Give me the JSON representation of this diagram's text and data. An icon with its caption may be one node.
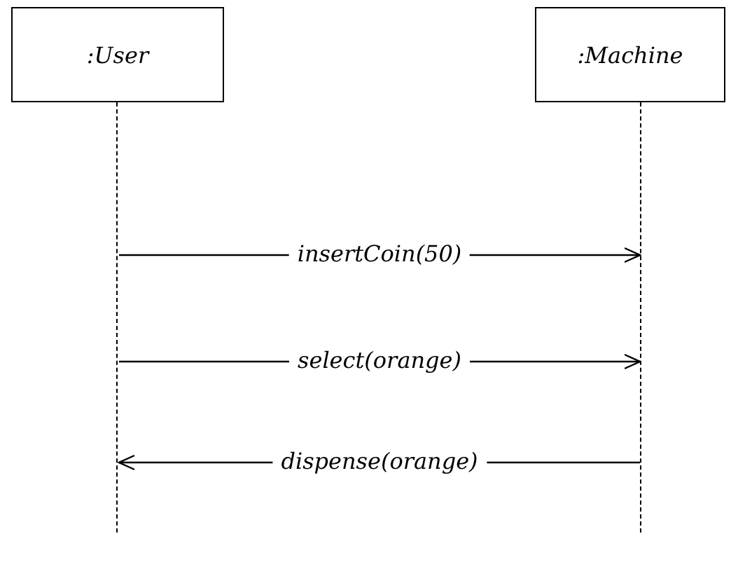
{
  "diagram": {
    "nodes": [
      {
        "text": [
          ":User"
        ]
      },
      {
        "text": [
          ":Machine"
        ]
      },
      {
        "text": [],
        "shape": "line"
      },
      {
        "text": [],
        "shape": "line"
      }
    ],
    "edges": [
      {
        "from": 2,
        "to": 3,
        "arrow": "to",
        "label": "insertCoin(50)"
      },
      {
        "from": 2,
        "to": 3,
        "arrow": "to",
        "label": "select(orange)"
      },
      {
        "from": 3,
        "to": 2,
        "arrow": "to",
        "label": "dispense(orange)"
      }
    ]
  }
}
